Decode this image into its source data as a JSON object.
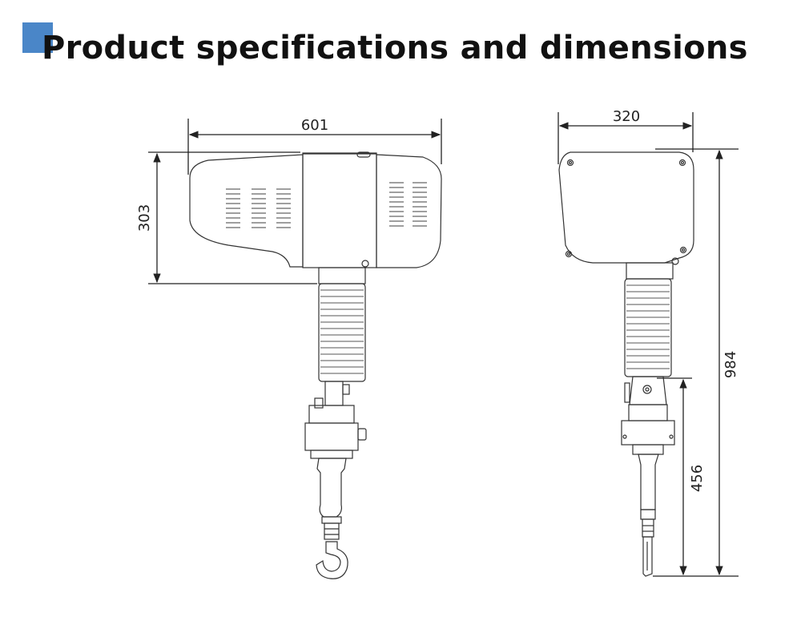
{
  "header": {
    "title": "Product specifications and dimensions",
    "accent_color": "#4a86c8"
  },
  "front_view": {
    "dimensions": {
      "width": "601",
      "height": "303"
    }
  },
  "side_view": {
    "dimensions": {
      "width": "320",
      "total_height": "984",
      "lower_height": "456"
    }
  },
  "colors": {
    "line": "#222222",
    "detail": "#777777"
  }
}
